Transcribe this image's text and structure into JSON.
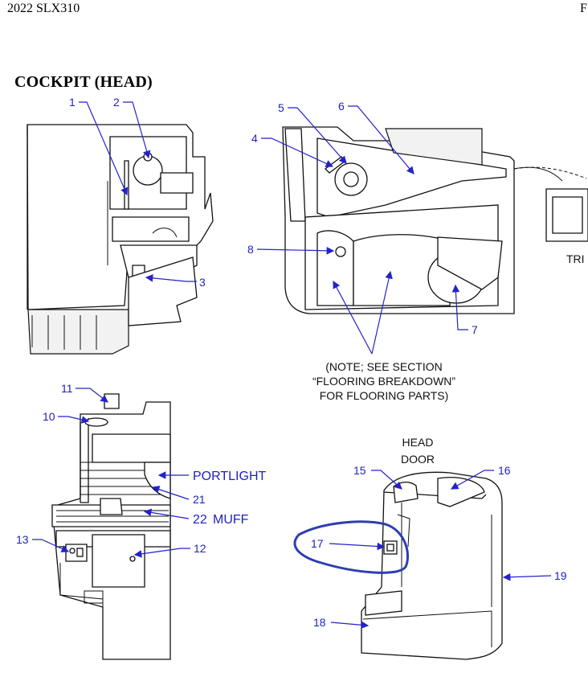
{
  "header": {
    "model": "2022 SLX310",
    "right_fragment": "F"
  },
  "section_title": "COCKPIT (HEAD)",
  "callouts": [
    "1",
    "2",
    "3",
    "4",
    "5",
    "6",
    "7",
    "8",
    "10",
    "11",
    "12",
    "13",
    "15",
    "16",
    "17",
    "18",
    "19",
    "21"
  ],
  "labels": {
    "portlight": "PORTLIGHT",
    "muff_num": "22",
    "muff": "MUFF",
    "head_door_line1": "HEAD",
    "head_door_line2": "DOOR",
    "tri": "TRI"
  },
  "note": {
    "line1": "(NOTE; SEE SECTION",
    "line2": "“FLOORING BREAKDOWN”",
    "line3": "FOR FLOORING PARTS)"
  },
  "colors": {
    "callout": "#1f1fbf",
    "highlight": "#2d3fb0"
  }
}
